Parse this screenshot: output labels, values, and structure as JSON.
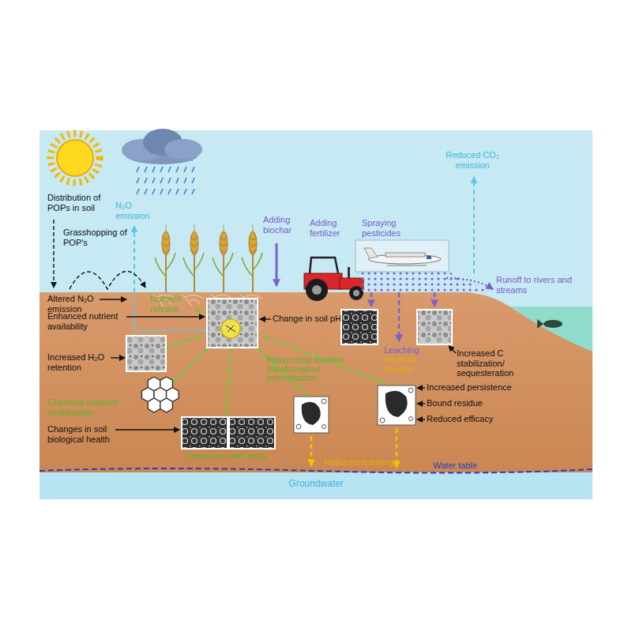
{
  "diagram": {
    "labels": [
      "Distribution of POPs in soil",
      "Grasshopping of POP's",
      "N₂O emission",
      "Adding biochar",
      "Adding fertilizer",
      "Spraying pesticides",
      "Reduced CO₂ emission",
      "Runoff to rivers and streams",
      "Altered N₂O emission",
      "Nutrient release",
      "Enhanced nutrient availability",
      "Change in soil pH",
      "Increased H₂O retention",
      "Leaching",
      "Pesticide sorption",
      "Increased C stabilization/ sequesteration",
      "Chemical catalyst/ modification",
      "Heavy metal sorption/ transformation/ immobilization",
      "Increased persistence",
      "Bound residue",
      "Reduced efficacy",
      "Changes in soil biological health",
      "Interaction with biota",
      "Reduced leaching",
      "Water table",
      "Groundwater"
    ]
  }
}
